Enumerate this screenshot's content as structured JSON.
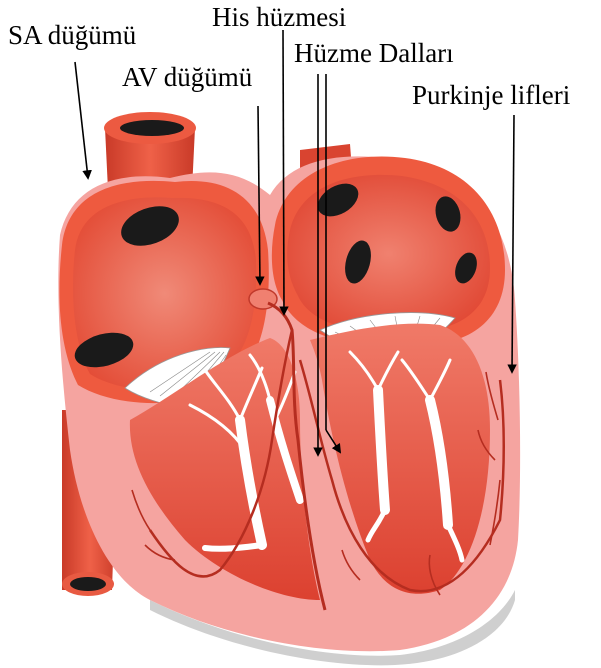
{
  "labels": {
    "sa_node": "SA düğümü",
    "his_bundle": "His hüzmesi",
    "av_node": "AV düğümü",
    "bundle_branches": "Hüzme Dalları",
    "purkinje_fibers": "Purkinje lifleri"
  },
  "colors": {
    "myocardium_outer": "#ef5b40",
    "myocardium_pink": "#f5a4a0",
    "chamber_red": "#de4634",
    "vessel_hole": "#1a1a1a",
    "purkinje_line": "#b52d20",
    "valve": "#ffffff",
    "base_shadow": "#cfcfcf"
  }
}
